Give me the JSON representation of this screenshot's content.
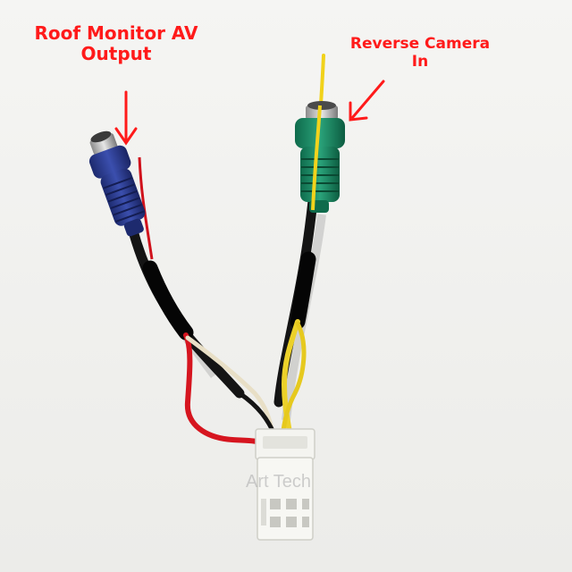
{
  "labels": {
    "roof_monitor_line1": "Roof Monitor AV",
    "roof_monitor_line2": "Output",
    "reverse_camera_line1": "Reverse Camera",
    "reverse_camera_line2": "In"
  },
  "watermark": "Art Tech",
  "colors": {
    "annotation": "#ff1a1a",
    "left_rca": "#2b3a8c",
    "right_rca": "#1e8a66",
    "connector": "#f4f4f0"
  }
}
